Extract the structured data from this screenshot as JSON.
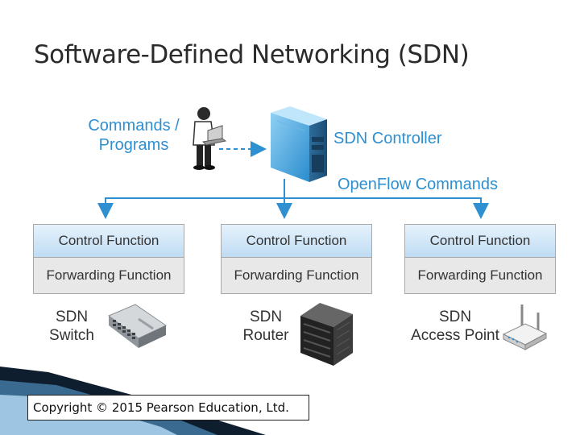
{
  "title": "Software-Defined Networking (SDN)",
  "commands_label": [
    "Commands /",
    "Programs"
  ],
  "controller_label": "SDN Controller",
  "openflow_label": "OpenFlow Commands",
  "devices": [
    {
      "control": "Control Function",
      "forwarding": "Forwarding Function",
      "name": [
        "SDN",
        "Switch"
      ]
    },
    {
      "control": "Control Function",
      "forwarding": "Forwarding Function",
      "name": [
        "SDN",
        "Router"
      ]
    },
    {
      "control": "Control Function",
      "forwarding": "Forwarding Function",
      "name": [
        "SDN",
        "Access Point"
      ]
    }
  ],
  "copyright": "Copyright © 2015 Pearson Education, Ltd.",
  "colors": {
    "accent_blue": "#2e8fd1",
    "control_fill": "#cfe6f8",
    "forwarding_fill": "#e8e8e8",
    "dark_band": "#1a2a3a"
  }
}
